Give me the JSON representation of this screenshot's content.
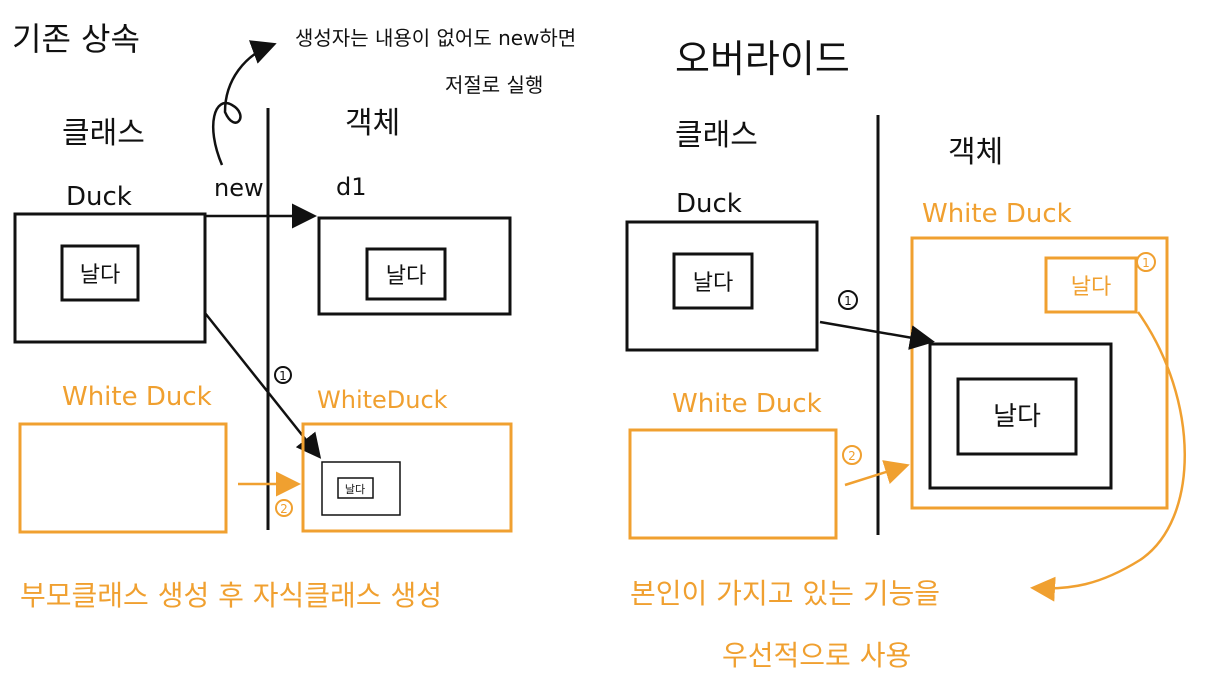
{
  "colors": {
    "ink": "#111111",
    "accent": "#f0a030",
    "background": "#ffffff"
  },
  "left": {
    "title": "기존 상속",
    "class_header": "클래스",
    "object_header": "객체",
    "parent_label": "Duck",
    "new_label": "new",
    "instance_label": "d1",
    "note_line1": "생성자는 내용이 없어도 new하면",
    "note_line2": "저절로 실행",
    "method_parent": "날다",
    "method_object": "날다",
    "child_class_label": "White Duck",
    "child_object_label": "WhiteDuck",
    "method_small": "날다",
    "step1": "1",
    "step2": "2",
    "caption": "부모클래스 생성 후 자식클래스 생성"
  },
  "right": {
    "title": "오버라이드",
    "class_header": "클래스",
    "object_header": "객체",
    "parent_label": "Duck",
    "object_label": "White Duck",
    "method_override": "날다",
    "method_parent": "날다",
    "method_inner": "날다",
    "child_class_label": "White Duck",
    "step1_top": "1",
    "step1": "1",
    "step2": "2",
    "caption_line1": "본인이 가지고 있는 기능을",
    "caption_line2": "우선적으로 사용"
  }
}
